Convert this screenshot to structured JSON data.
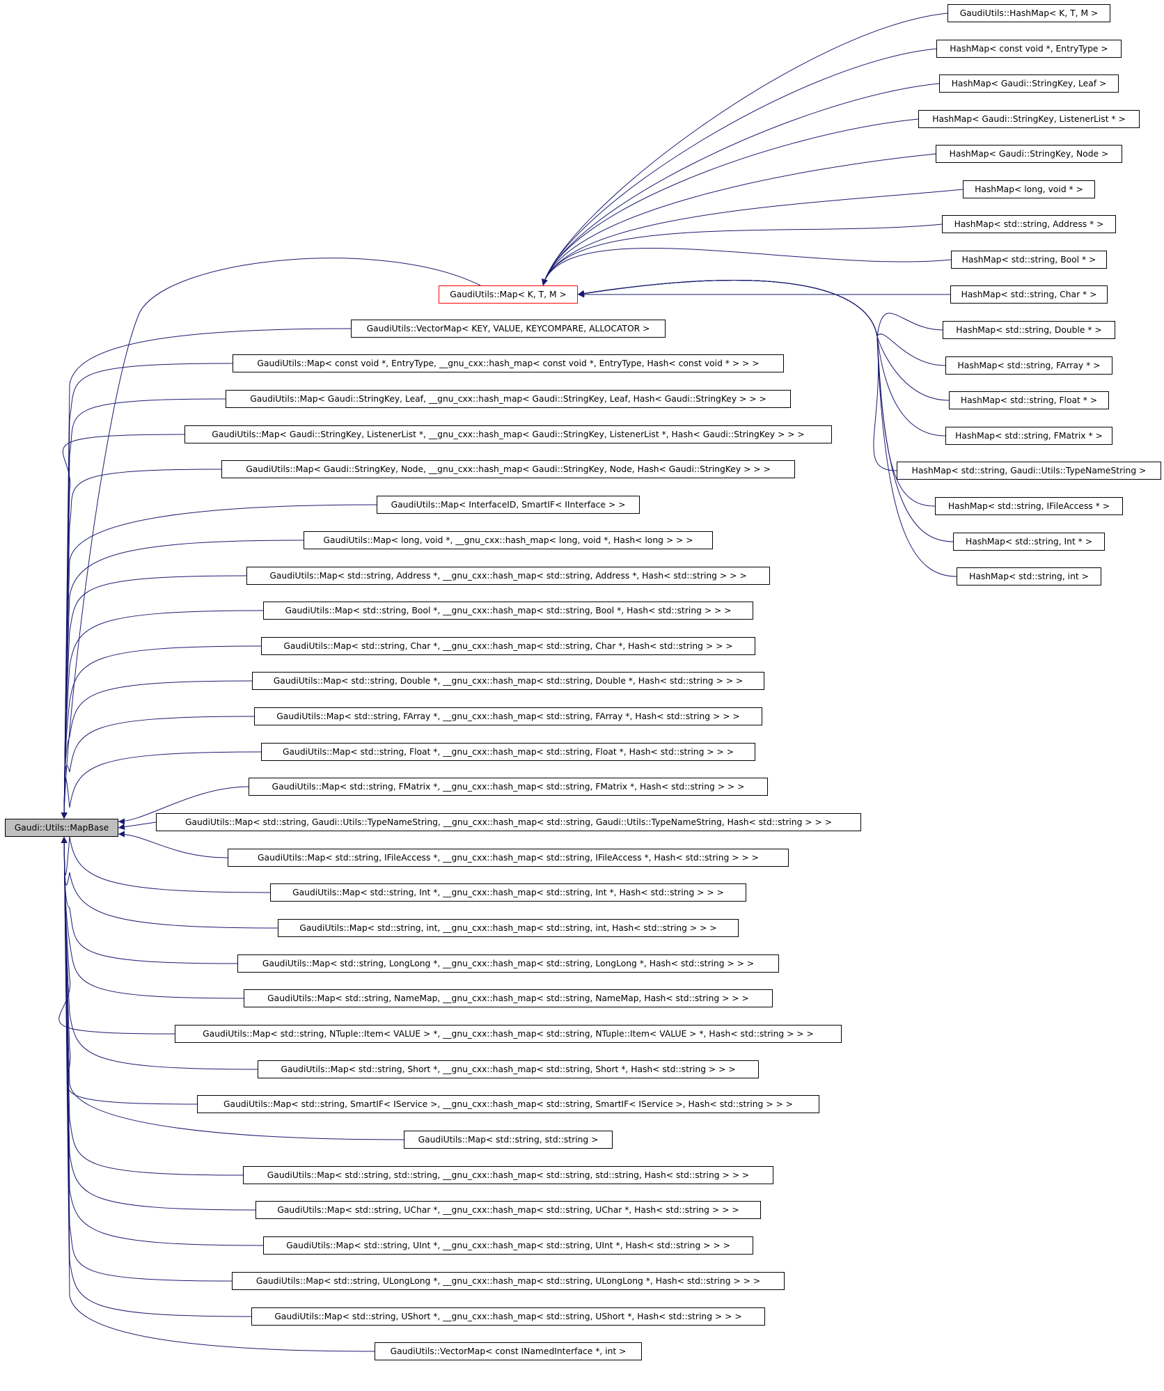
{
  "diagram": {
    "edge_color": "#191970",
    "highlight_color": "#ff0000",
    "root_fill": "#bfbfbf",
    "root": {
      "id": "root",
      "label": "Gaudi::Utils::MapBase"
    },
    "hub": {
      "id": "hub",
      "label": "GaudiUtils::Map< K, T, M >"
    },
    "hub_derived": [
      "GaudiUtils::HashMap< K, T, M >",
      "HashMap< const void *, EntryType >",
      "HashMap< Gaudi::StringKey, Leaf >",
      "HashMap< Gaudi::StringKey, ListenerList * >",
      "HashMap< Gaudi::StringKey, Node >",
      "HashMap< long, void * >",
      "HashMap< std::string, Address * >",
      "HashMap< std::string, Bool * >",
      "HashMap< std::string, Char * >",
      "HashMap< std::string, Double * >",
      "HashMap< std::string, FArray * >",
      "HashMap< std::string, Float * >",
      "HashMap< std::string, FMatrix * >",
      "HashMap< std::string, Gaudi::Utils::TypeNameString >",
      "HashMap< std::string, IFileAccess * >",
      "HashMap< std::string, Int * >",
      "HashMap< std::string, int >"
    ],
    "root_derived": [
      "GaudiUtils::VectorMap< KEY, VALUE, KEYCOMPARE, ALLOCATOR >",
      "GaudiUtils::Map< const void *, EntryType, __gnu_cxx::hash_map< const void *, EntryType, Hash< const void * > > >",
      "GaudiUtils::Map< Gaudi::StringKey, Leaf, __gnu_cxx::hash_map< Gaudi::StringKey, Leaf, Hash< Gaudi::StringKey > > >",
      "GaudiUtils::Map< Gaudi::StringKey, ListenerList *, __gnu_cxx::hash_map< Gaudi::StringKey, ListenerList *, Hash< Gaudi::StringKey > > >",
      "GaudiUtils::Map< Gaudi::StringKey, Node, __gnu_cxx::hash_map< Gaudi::StringKey, Node, Hash< Gaudi::StringKey > > >",
      "GaudiUtils::Map< InterfaceID, SmartIF< IInterface > >",
      "GaudiUtils::Map< long, void *, __gnu_cxx::hash_map< long, void *, Hash< long > > >",
      "GaudiUtils::Map< std::string, Address *, __gnu_cxx::hash_map< std::string, Address *, Hash< std::string > > >",
      "GaudiUtils::Map< std::string, Bool *, __gnu_cxx::hash_map< std::string, Bool *, Hash< std::string > > >",
      "GaudiUtils::Map< std::string, Char *, __gnu_cxx::hash_map< std::string, Char *, Hash< std::string > > >",
      "GaudiUtils::Map< std::string, Double *, __gnu_cxx::hash_map< std::string, Double *, Hash< std::string > > >",
      "GaudiUtils::Map< std::string, FArray *, __gnu_cxx::hash_map< std::string, FArray *, Hash< std::string > > >",
      "GaudiUtils::Map< std::string, Float *, __gnu_cxx::hash_map< std::string, Float *, Hash< std::string > > >",
      "GaudiUtils::Map< std::string, FMatrix *, __gnu_cxx::hash_map< std::string, FMatrix *, Hash< std::string > > >",
      "GaudiUtils::Map< std::string, Gaudi::Utils::TypeNameString, __gnu_cxx::hash_map< std::string, Gaudi::Utils::TypeNameString, Hash< std::string > > >",
      "GaudiUtils::Map< std::string, IFileAccess *, __gnu_cxx::hash_map< std::string, IFileAccess *, Hash< std::string > > >",
      "GaudiUtils::Map< std::string, Int *, __gnu_cxx::hash_map< std::string, Int *, Hash< std::string > > >",
      "GaudiUtils::Map< std::string, int, __gnu_cxx::hash_map< std::string, int, Hash< std::string > > >",
      "GaudiUtils::Map< std::string, LongLong *, __gnu_cxx::hash_map< std::string, LongLong *, Hash< std::string > > >",
      "GaudiUtils::Map< std::string, NameMap, __gnu_cxx::hash_map< std::string, NameMap, Hash< std::string > > >",
      "GaudiUtils::Map< std::string, NTuple::Item< VALUE > *, __gnu_cxx::hash_map< std::string, NTuple::Item< VALUE > *, Hash< std::string > > >",
      "GaudiUtils::Map< std::string, Short *, __gnu_cxx::hash_map< std::string, Short *, Hash< std::string > > >",
      "GaudiUtils::Map< std::string, SmartIF< IService >, __gnu_cxx::hash_map< std::string, SmartIF< IService >, Hash< std::string > > >",
      "GaudiUtils::Map< std::string, std::string >",
      "GaudiUtils::Map< std::string, std::string, __gnu_cxx::hash_map< std::string, std::string, Hash< std::string > > >",
      "GaudiUtils::Map< std::string, UChar *, __gnu_cxx::hash_map< std::string, UChar *, Hash< std::string > > >",
      "GaudiUtils::Map< std::string, UInt *, __gnu_cxx::hash_map< std::string, UInt *, Hash< std::string > > >",
      "GaudiUtils::Map< std::string, ULongLong *, __gnu_cxx::hash_map< std::string, ULongLong *, Hash< std::string > > >",
      "GaudiUtils::Map< std::string, UShort *, __gnu_cxx::hash_map< std::string, UShort *, Hash< std::string > > >",
      "GaudiUtils::VectorMap< const INamedInterface *, int >"
    ]
  }
}
